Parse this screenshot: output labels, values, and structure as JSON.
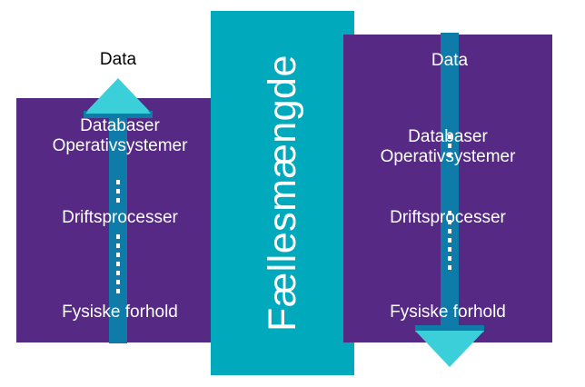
{
  "diagram": {
    "title": "Fællesmængde",
    "colors": {
      "purple_panel": "#562A84",
      "teal_column": "#00A9BC",
      "arrow_shaft": "#0F7BA8",
      "arrow_head": "#3BCFD9",
      "background": "#FFFFFF",
      "text_on_panel": "#FFFFFF",
      "text_outside": "#000000"
    },
    "center": {
      "label": "Fællesmængde",
      "orientation": "vertical-rotated-90-ccw"
    },
    "left": {
      "data_label": "Data",
      "data_label_position": "above-panel",
      "arrow_direction": "up",
      "layers": [
        "Databaser\nOperativsystemer",
        "Driftsprocesser",
        "Fysiske forhold"
      ]
    },
    "right": {
      "data_label": "Data",
      "data_label_position": "inside-panel-top",
      "arrow_direction": "down",
      "layers": [
        "Databaser\nOperativsystemer",
        "Driftsprocesser",
        "Fysiske forhold"
      ]
    }
  }
}
